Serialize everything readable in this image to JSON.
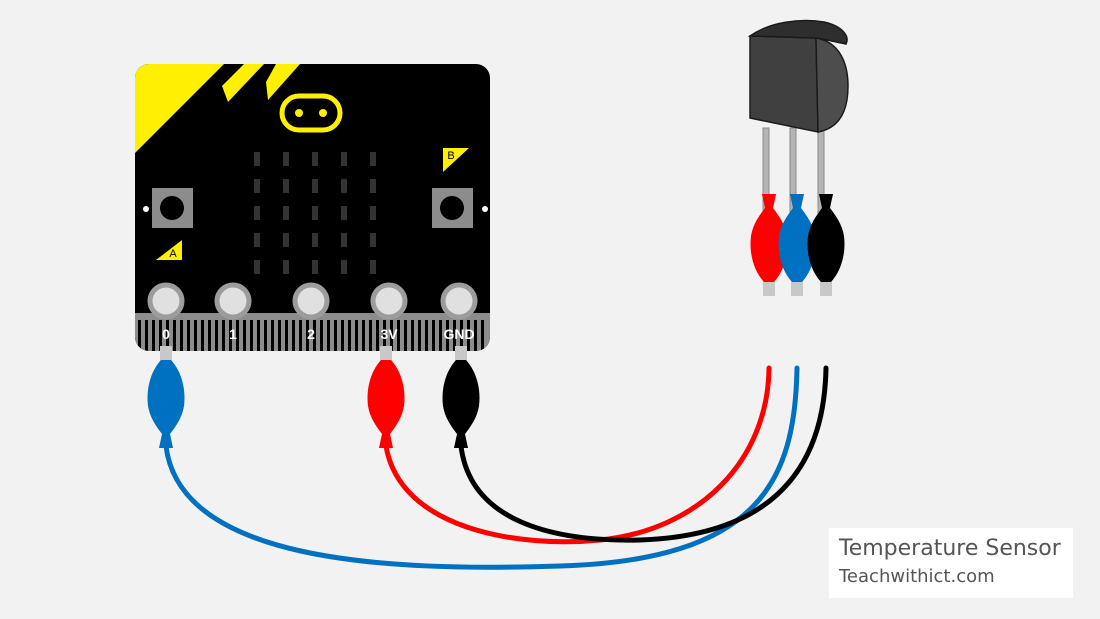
{
  "board": {
    "pins": [
      "0",
      "1",
      "2",
      "3V",
      "GND"
    ],
    "button_a": "A",
    "button_b": "B"
  },
  "colors": {
    "board": "#000000",
    "accent": "#ffef00",
    "wire_signal": "#0070c0",
    "wire_power": "#ff0000",
    "wire_ground": "#000000",
    "sensor_body": "#404040",
    "led": "#333333"
  },
  "caption": {
    "title": "Temperature Sensor",
    "site": "Teachwithict.com"
  }
}
